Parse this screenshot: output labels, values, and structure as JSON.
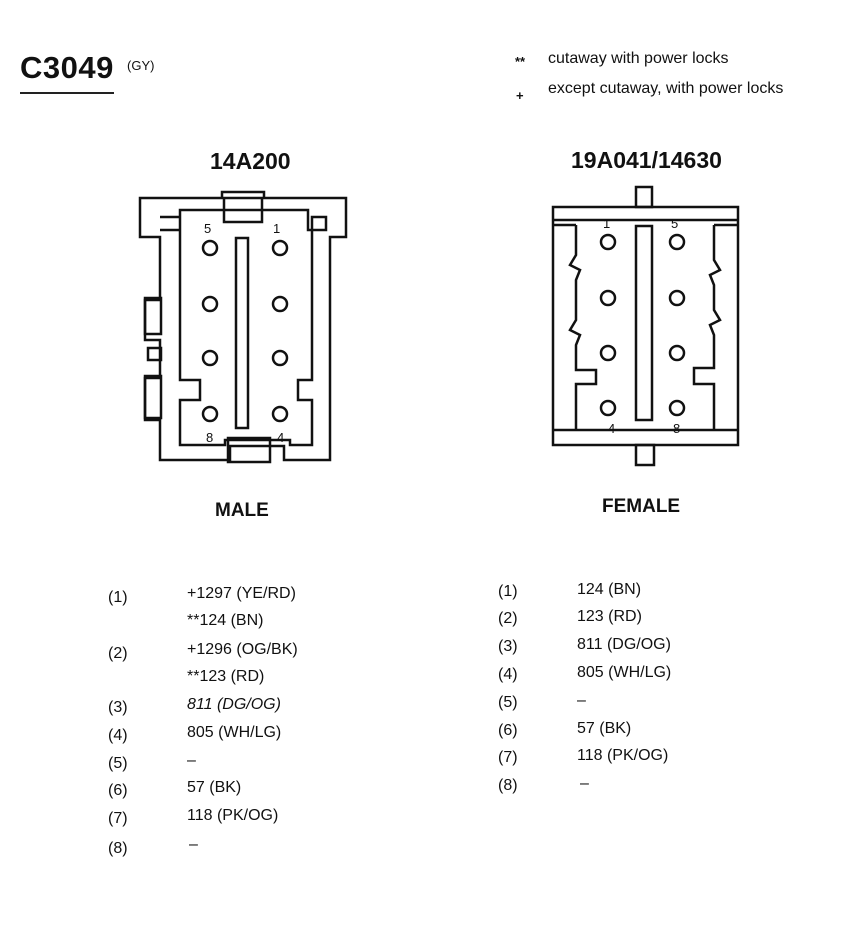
{
  "header": {
    "connector_id": "C3049",
    "connector_color": "(GY)"
  },
  "legend": [
    {
      "symbol": "**",
      "text": "cutaway with power locks"
    },
    {
      "symbol": "+",
      "text": "except cutaway, with power locks"
    }
  ],
  "male": {
    "part_number": "14A200",
    "label": "MALE",
    "face_pins": {
      "top_left": "5",
      "top_right": "1",
      "bottom_left": "8",
      "bottom_right": "4"
    },
    "pins": [
      {
        "num": "(1)",
        "lines": [
          "+1297 (YE/RD)",
          "**124 (BN)"
        ]
      },
      {
        "num": "(2)",
        "lines": [
          "+1296 (OG/BK)",
          "**123 (RD)"
        ]
      },
      {
        "num": "(3)",
        "lines": [
          "811 (DG/OG)"
        ]
      },
      {
        "num": "(4)",
        "lines": [
          "805 (WH/LG)"
        ]
      },
      {
        "num": "(5)",
        "lines": [
          "–"
        ]
      },
      {
        "num": "(6)",
        "lines": [
          "57 (BK)"
        ]
      },
      {
        "num": "(7)",
        "lines": [
          "118 (PK/OG)"
        ]
      },
      {
        "num": "(8)",
        "lines": [
          "–"
        ]
      }
    ]
  },
  "female": {
    "part_number": "19A041/14630",
    "label": "FEMALE",
    "face_pins": {
      "top_left": "1",
      "top_right": "5",
      "bottom_left": "4",
      "bottom_right": "8"
    },
    "pins": [
      {
        "num": "(1)",
        "lines": [
          "124 (BN)"
        ]
      },
      {
        "num": "(2)",
        "lines": [
          "123 (RD)"
        ]
      },
      {
        "num": "(3)",
        "lines": [
          "811 (DG/OG)"
        ]
      },
      {
        "num": "(4)",
        "lines": [
          "805 (WH/LG)"
        ]
      },
      {
        "num": "(5)",
        "lines": [
          "–"
        ]
      },
      {
        "num": "(6)",
        "lines": [
          "57 (BK)"
        ]
      },
      {
        "num": "(7)",
        "lines": [
          "118 (PK/OG)"
        ]
      },
      {
        "num": "(8)",
        "lines": [
          "–"
        ]
      }
    ]
  }
}
